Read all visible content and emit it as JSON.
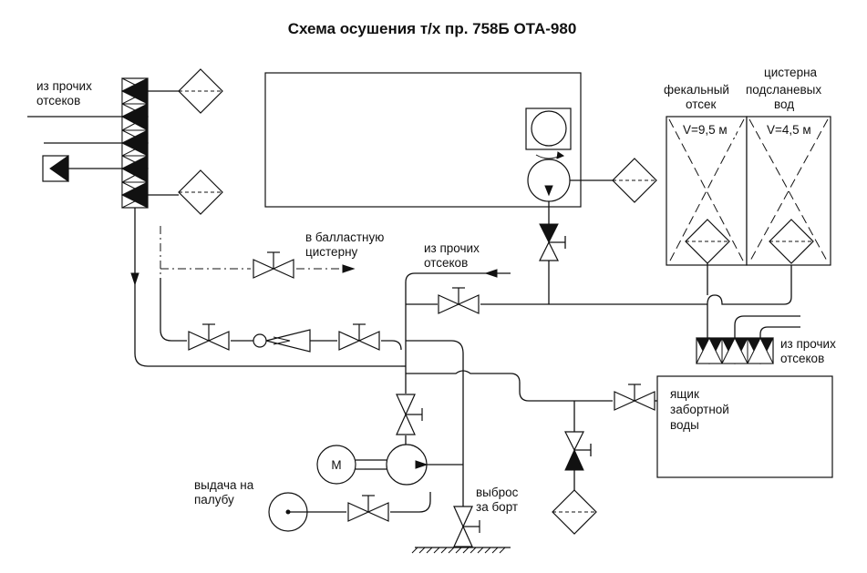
{
  "title": "Схема осушения т/х пр. 758Б ОТА-980",
  "labels": {
    "from_other_comp_top_1": "из прочих",
    "from_other_comp_top_2": "отсеков",
    "to_ballast_1": "в балластную",
    "to_ballast_2": "цистерну",
    "from_other_comp_mid_1": "из прочих",
    "from_other_comp_mid_2": "отсеков",
    "fecal_1": "фекальный",
    "fecal_2": "отсек",
    "bilge_tank_1": "цистерна",
    "bilge_tank_2": "подсланевых",
    "bilge_tank_3": "вод",
    "fecal_volume": "V=9,5 м",
    "bilge_volume": "V=4,5 м",
    "from_other_comp_right_1": "из прочих",
    "from_other_comp_right_2": "отсеков",
    "sea_chest_1": "ящик",
    "sea_chest_2": "забортной",
    "sea_chest_3": "воды",
    "deck_supply_1": "выдача на",
    "deck_supply_2": "палубу",
    "overboard_1": "выброс",
    "overboard_2": "за борт",
    "motor": "М"
  }
}
